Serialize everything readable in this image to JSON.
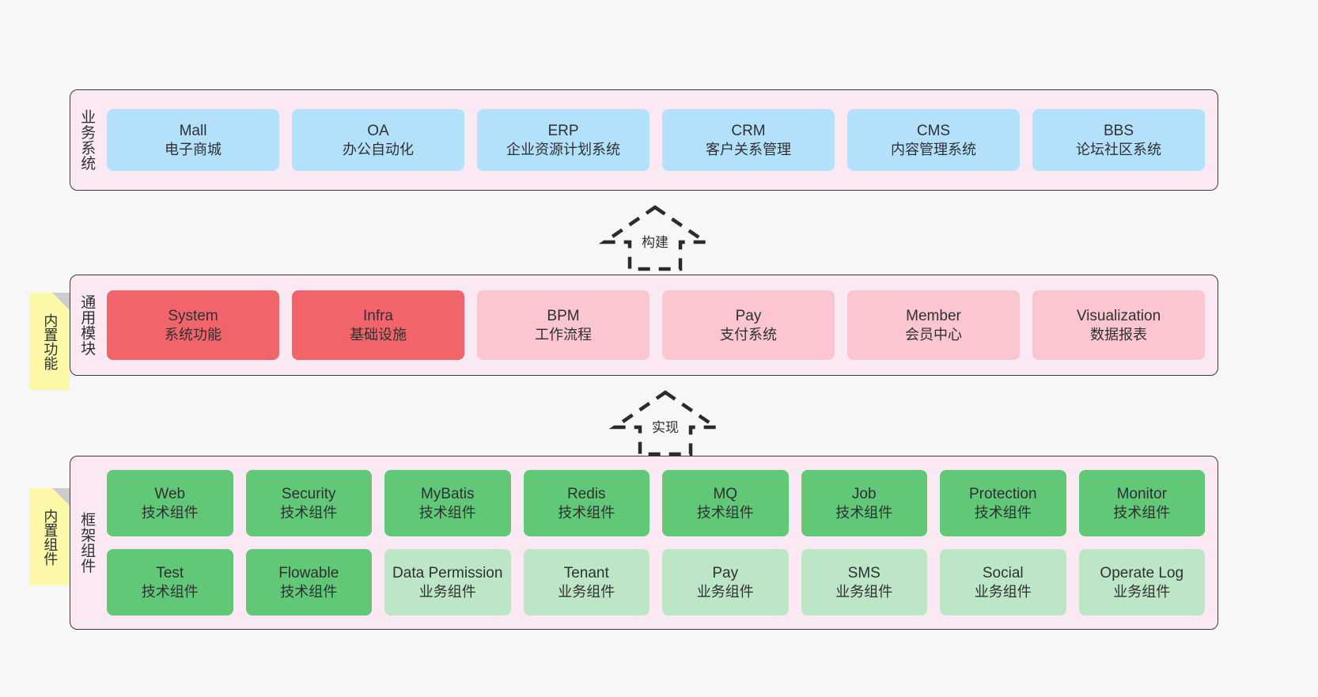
{
  "diagram": {
    "background_color": "#f7f7f7",
    "layer_fill": "#fae9f3",
    "layer_border": "#3b3b3f",
    "note_color": "#fbf8a8"
  },
  "layers": [
    {
      "id": "business-system",
      "title": "业务系统",
      "rows": [
        {
          "cards": [
            {
              "en": "Mall",
              "cn": "电子商城",
              "style": "blue",
              "color": "#b3e0fb"
            },
            {
              "en": "OA",
              "cn": "办公自动化",
              "style": "blue",
              "color": "#b3e0fb"
            },
            {
              "en": "ERP",
              "cn": "企业资源计划系统",
              "style": "blue",
              "color": "#b3e0fb"
            },
            {
              "en": "CRM",
              "cn": "客户关系管理",
              "style": "blue",
              "color": "#b3e0fb"
            },
            {
              "en": "CMS",
              "cn": "内容管理系统",
              "style": "blue",
              "color": "#b3e0fb"
            },
            {
              "en": "BBS",
              "cn": "论坛社区系统",
              "style": "blue",
              "color": "#b3e0fb"
            }
          ]
        }
      ]
    },
    {
      "id": "common-module",
      "title": "通用模块",
      "note": "内置功能",
      "rows": [
        {
          "cards": [
            {
              "en": "System",
              "cn": "系统功能",
              "style": "red",
              "color": "#f1656a"
            },
            {
              "en": "Infra",
              "cn": "基础设施",
              "style": "red",
              "color": "#f1656a"
            },
            {
              "en": "BPM",
              "cn": "工作流程",
              "style": "pink",
              "color": "#fbc6cf"
            },
            {
              "en": "Pay",
              "cn": "支付系统",
              "style": "pink",
              "color": "#fbc6cf"
            },
            {
              "en": "Member",
              "cn": "会员中心",
              "style": "pink",
              "color": "#fbc6cf"
            },
            {
              "en": "Visualization",
              "cn": "数据报表",
              "style": "pink",
              "color": "#fbc6cf"
            }
          ]
        }
      ]
    },
    {
      "id": "framework-component",
      "title": "框架组件",
      "note": "内置组件",
      "rows": [
        {
          "cards": [
            {
              "en": "Web",
              "cn": "技术组件",
              "style": "green",
              "color": "#61c878"
            },
            {
              "en": "Security",
              "cn": "技术组件",
              "style": "green",
              "color": "#61c878"
            },
            {
              "en": "MyBatis",
              "cn": "技术组件",
              "style": "green",
              "color": "#61c878"
            },
            {
              "en": "Redis",
              "cn": "技术组件",
              "style": "green",
              "color": "#61c878"
            },
            {
              "en": "MQ",
              "cn": "技术组件",
              "style": "green",
              "color": "#61c878"
            },
            {
              "en": "Job",
              "cn": "技术组件",
              "style": "green",
              "color": "#61c878"
            },
            {
              "en": "Protection",
              "cn": "技术组件",
              "style": "green",
              "color": "#61c878"
            },
            {
              "en": "Monitor",
              "cn": "技术组件",
              "style": "green",
              "color": "#61c878"
            }
          ]
        },
        {
          "cards": [
            {
              "en": "Test",
              "cn": "技术组件",
              "style": "green",
              "color": "#61c878"
            },
            {
              "en": "Flowable",
              "cn": "技术组件",
              "style": "green",
              "color": "#61c878"
            },
            {
              "en": "Data Permission",
              "cn": "业务组件",
              "style": "lgreen",
              "color": "#bde6c6"
            },
            {
              "en": "Tenant",
              "cn": "业务组件",
              "style": "lgreen",
              "color": "#bde6c6"
            },
            {
              "en": "Pay",
              "cn": "业务组件",
              "style": "lgreen",
              "color": "#bde6c6"
            },
            {
              "en": "SMS",
              "cn": "业务组件",
              "style": "lgreen",
              "color": "#bde6c6"
            },
            {
              "en": "Social",
              "cn": "业务组件",
              "style": "lgreen",
              "color": "#bde6c6"
            },
            {
              "en": "Operate Log",
              "cn": "业务组件",
              "style": "lgreen",
              "color": "#bde6c6"
            }
          ]
        }
      ]
    }
  ],
  "connectors": [
    {
      "id": "build",
      "label": "构建"
    },
    {
      "id": "implement",
      "label": "实现"
    }
  ]
}
